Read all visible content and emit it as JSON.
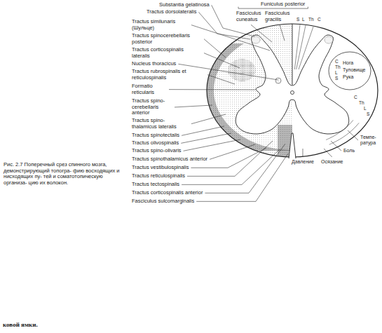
{
  "diagram": {
    "caption": "Рис. 2.7 Поперечный срез спинного мозга, демонстрирующий топогра- фию восходящих и нисходящих пу- тей и соматотопическую организа- цию их волокон.",
    "labels": [
      "Substantia gelatinosa",
      "Tractus dorsolateralis",
      "Funiculus posterior",
      "Fasciculus cuneatus",
      "Fasciculus gracilis",
      "S",
      "L",
      "Th",
      "C",
      "Tractus similunaris (Шульце)",
      "Tractus spinocerebellaris posterior",
      "Tractus corticospinalis lateralis",
      "Nucleus thoracicus",
      "Tractus rubrospinalis et reticulospinalis",
      "Formatio reticularis",
      "Tractus spino- cerebellaris anterior",
      "Tractus spino- thalamicus lateralis",
      "Tractus spinotectalis",
      "Tractus olivospinalis",
      "Tractus spino-olivaris",
      "Tractus spinothalamicus anterior",
      "Tractus vestibulospinalis",
      "Tractus reticulospinalis",
      "Tractus tectospinalis",
      "Tractus corticospinalis anterior",
      "Fasciculus sulcomarginalis",
      "C",
      "Th",
      "L",
      "S",
      "Нога",
      "Туловище",
      "Рука",
      "C",
      "Th",
      "L",
      "S",
      "Темпе- ратура",
      "Боль",
      "Давление",
      "Осязание",
      "ковой ямки."
    ]
  }
}
